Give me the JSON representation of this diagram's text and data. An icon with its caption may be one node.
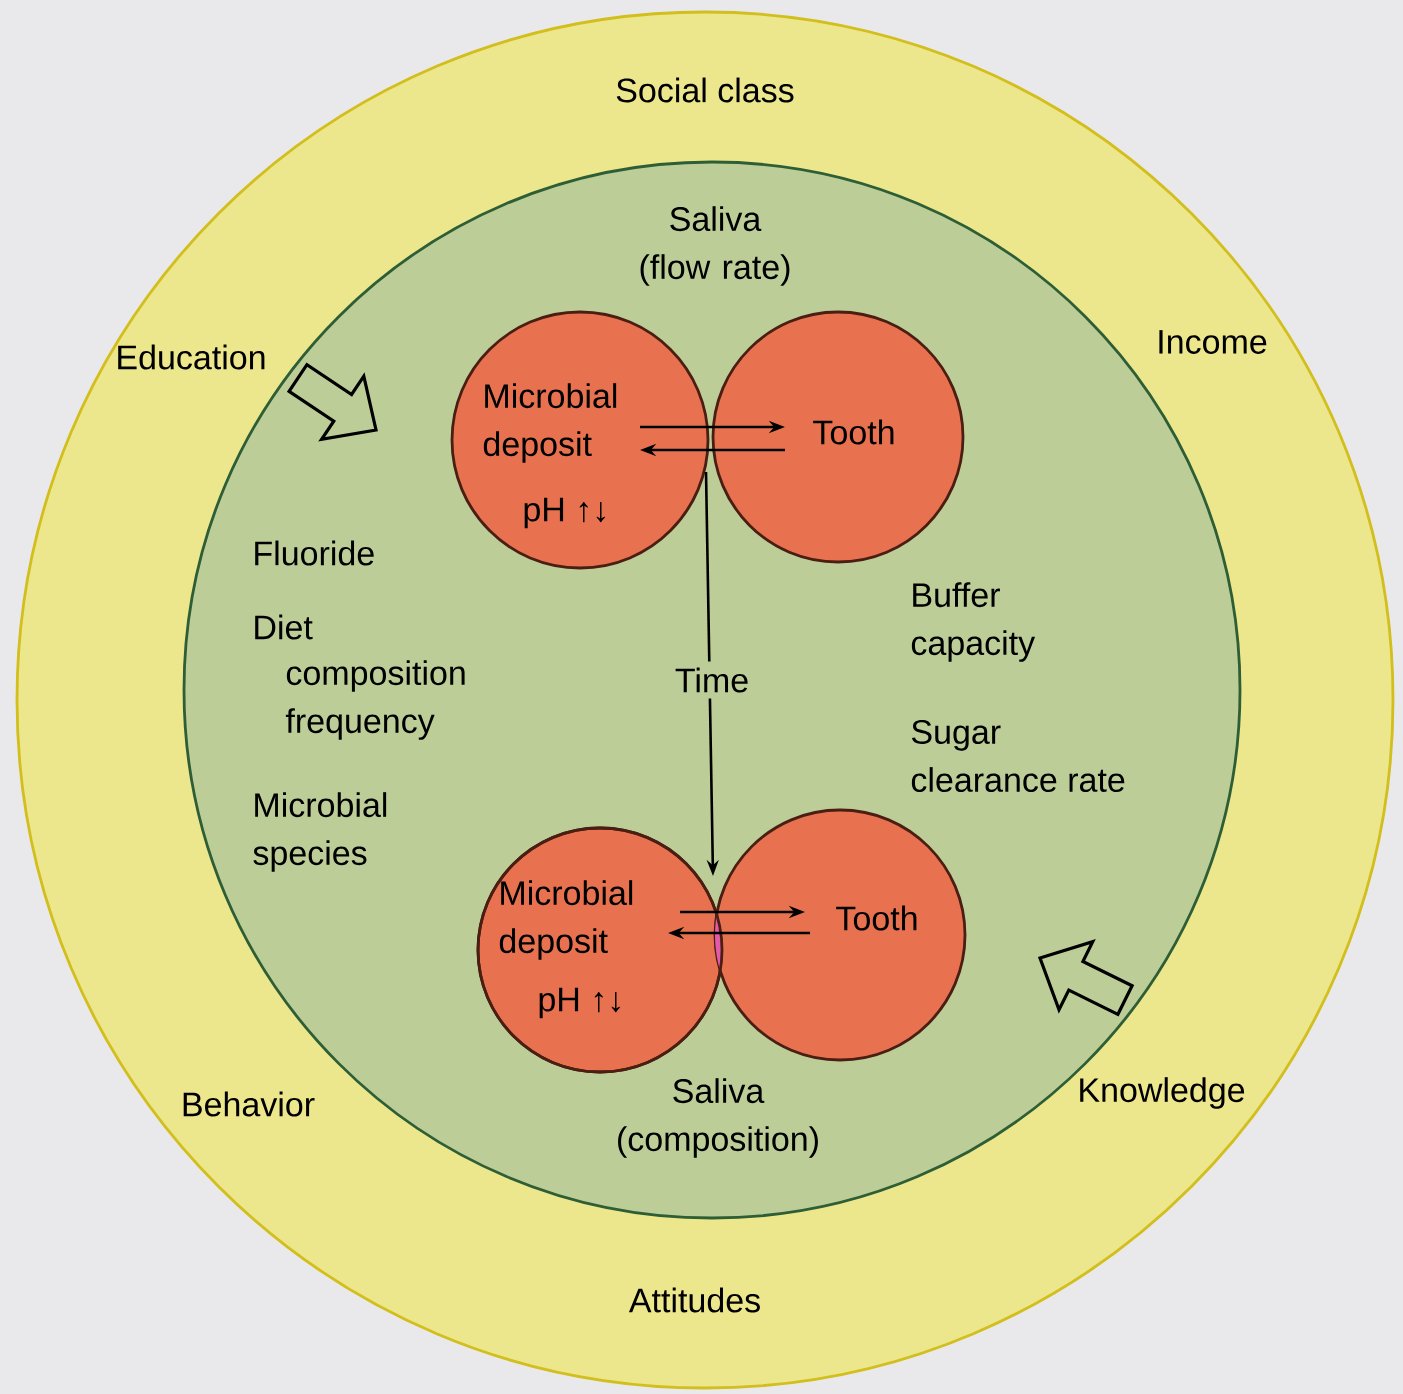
{
  "diagram": {
    "nodes": [
      {
        "text": [],
        "shape": "circle"
      },
      {
        "text": [],
        "shape": "circle",
        "in": 0
      },
      {
        "text": [
          "Education"
        ],
        "in": 0
      },
      {
        "text": [
          "Knowledge"
        ],
        "in": 0
      },
      {
        "text": [
          "Microbial deposit",
          "pH ↑↓"
        ],
        "in": 1
      },
      {
        "text": [
          "Tooth"
        ],
        "in": 1
      },
      {
        "text": [
          "Microbial deposit",
          "pH ↑↓"
        ],
        "in": 1
      },
      {
        "text": [
          "Tooth"
        ],
        "in": 1
      }
    ],
    "edges": [
      {
        "from": 4,
        "to": 5,
        "arrow": "to"
      },
      {
        "from": 5,
        "to": 4,
        "arrow": "to"
      },
      {
        "from": 6,
        "to": 7,
        "arrow": "to"
      },
      {
        "from": 7,
        "to": 6,
        "arrow": "to"
      },
      {
        "from": 4,
        "to": 6,
        "arrow": "to",
        "label": "Time"
      },
      {
        "from": 2,
        "to": 1,
        "arrow": "to"
      },
      {
        "from": 3,
        "to": 1,
        "arrow": "to"
      }
    ],
    "labels": [
      "Social class",
      "Income",
      "Saliva (flow rate)",
      "Fluoride",
      "Buffer capacity",
      "Diet",
      "composition frequency",
      "Sugar clearance rate",
      "Microbial species",
      "Behavior",
      "Saliva (composition)",
      "Attitudes"
    ]
  }
}
